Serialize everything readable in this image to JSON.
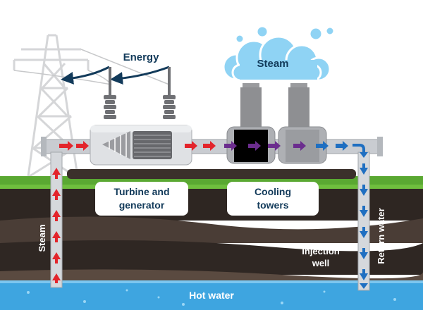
{
  "labels": {
    "energy": "Energy",
    "steam_cloud": "Steam",
    "turbine_line1": "Turbine and",
    "turbine_line2": "generator",
    "cooling_line1": "Cooling",
    "cooling_line2": "towers",
    "steam_pipe": "Steam",
    "return_water": "Return water",
    "injection_line1": "Injection",
    "injection_line2": "well",
    "hot_water": "Hot water"
  },
  "colors": {
    "steam_arrow": "#e3242b",
    "cooling_arrow": "#6b2d8e",
    "return_arrow": "#1f6fc1",
    "energy_arrow": "#123a5a",
    "label_text": "#123a5a",
    "grass": "#5aa832",
    "soil_dark": "#2e2622",
    "soil_mid": "#4a3d36",
    "water": "#3ea5e0",
    "steam_cloud": "#8fd3f4",
    "pipe": "#c9ccd1",
    "tower": "#8e8f92"
  }
}
